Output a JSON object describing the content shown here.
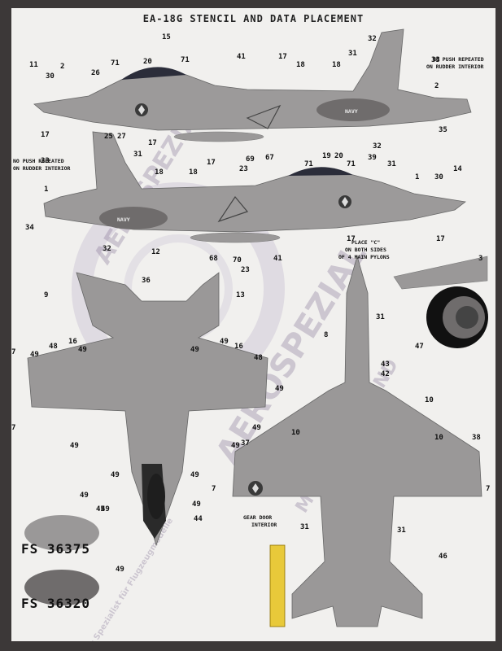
{
  "title": "EA-18G STENCIL AND DATA PLACEMENT",
  "notes": {
    "no_push_line1": "NO PUSH REPEATED",
    "no_push_line2": "ON RUDDER INTERIOR",
    "place_c_line1": "PLACE \"C\"",
    "place_c_line2": "ON BOTH SIDES",
    "place_c_line3": "OF 4 MAIN PYLONS",
    "gear_door_line1": "GEAR DOOR",
    "gear_door_line2": "INTERIOR",
    "tail_text": "NAVY"
  },
  "watermark": {
    "main": "AEROSPEZIAL",
    "sub": "MODELLVERSAND",
    "small": "Ihr Spezialist für Flugzeugmodelle"
  },
  "colors": {
    "fs36375": "#9a9898",
    "fs36320": "#6f6c6c",
    "background": "#f1f0ee",
    "leader": "#d81b1b"
  },
  "swatches": [
    {
      "label": "FS 36375"
    },
    {
      "label": "FS 36320"
    }
  ],
  "callouts": {
    "top_profile": [
      "15",
      "11",
      "30",
      "2",
      "26",
      "71",
      "20",
      "71",
      "41",
      "17",
      "18",
      "18",
      "32",
      "31",
      "33",
      "2",
      "17",
      "25",
      "27",
      "17",
      "32",
      "35",
      "69",
      "67",
      "23"
    ],
    "bottom_profile": [
      "33",
      "31",
      "18",
      "17",
      "18",
      "71",
      "19",
      "20",
      "71",
      "39",
      "31",
      "1",
      "30",
      "14",
      "1",
      "34",
      "32",
      "12",
      "68",
      "70",
      "41",
      "23",
      "17",
      "17"
    ],
    "top_view": [
      "36",
      "9",
      "13",
      "7",
      "49",
      "48",
      "16",
      "49",
      "49",
      "49",
      "16",
      "48",
      "49",
      "7",
      "49",
      "49",
      "49",
      "49",
      "49",
      "49",
      "45",
      "49",
      "44",
      "49",
      "49"
    ],
    "bottom_view": [
      "3",
      "31",
      "8",
      "47",
      "43",
      "42",
      "10",
      "10",
      "10",
      "38",
      "37",
      "7",
      "7",
      "31",
      "31",
      "46"
    ]
  }
}
